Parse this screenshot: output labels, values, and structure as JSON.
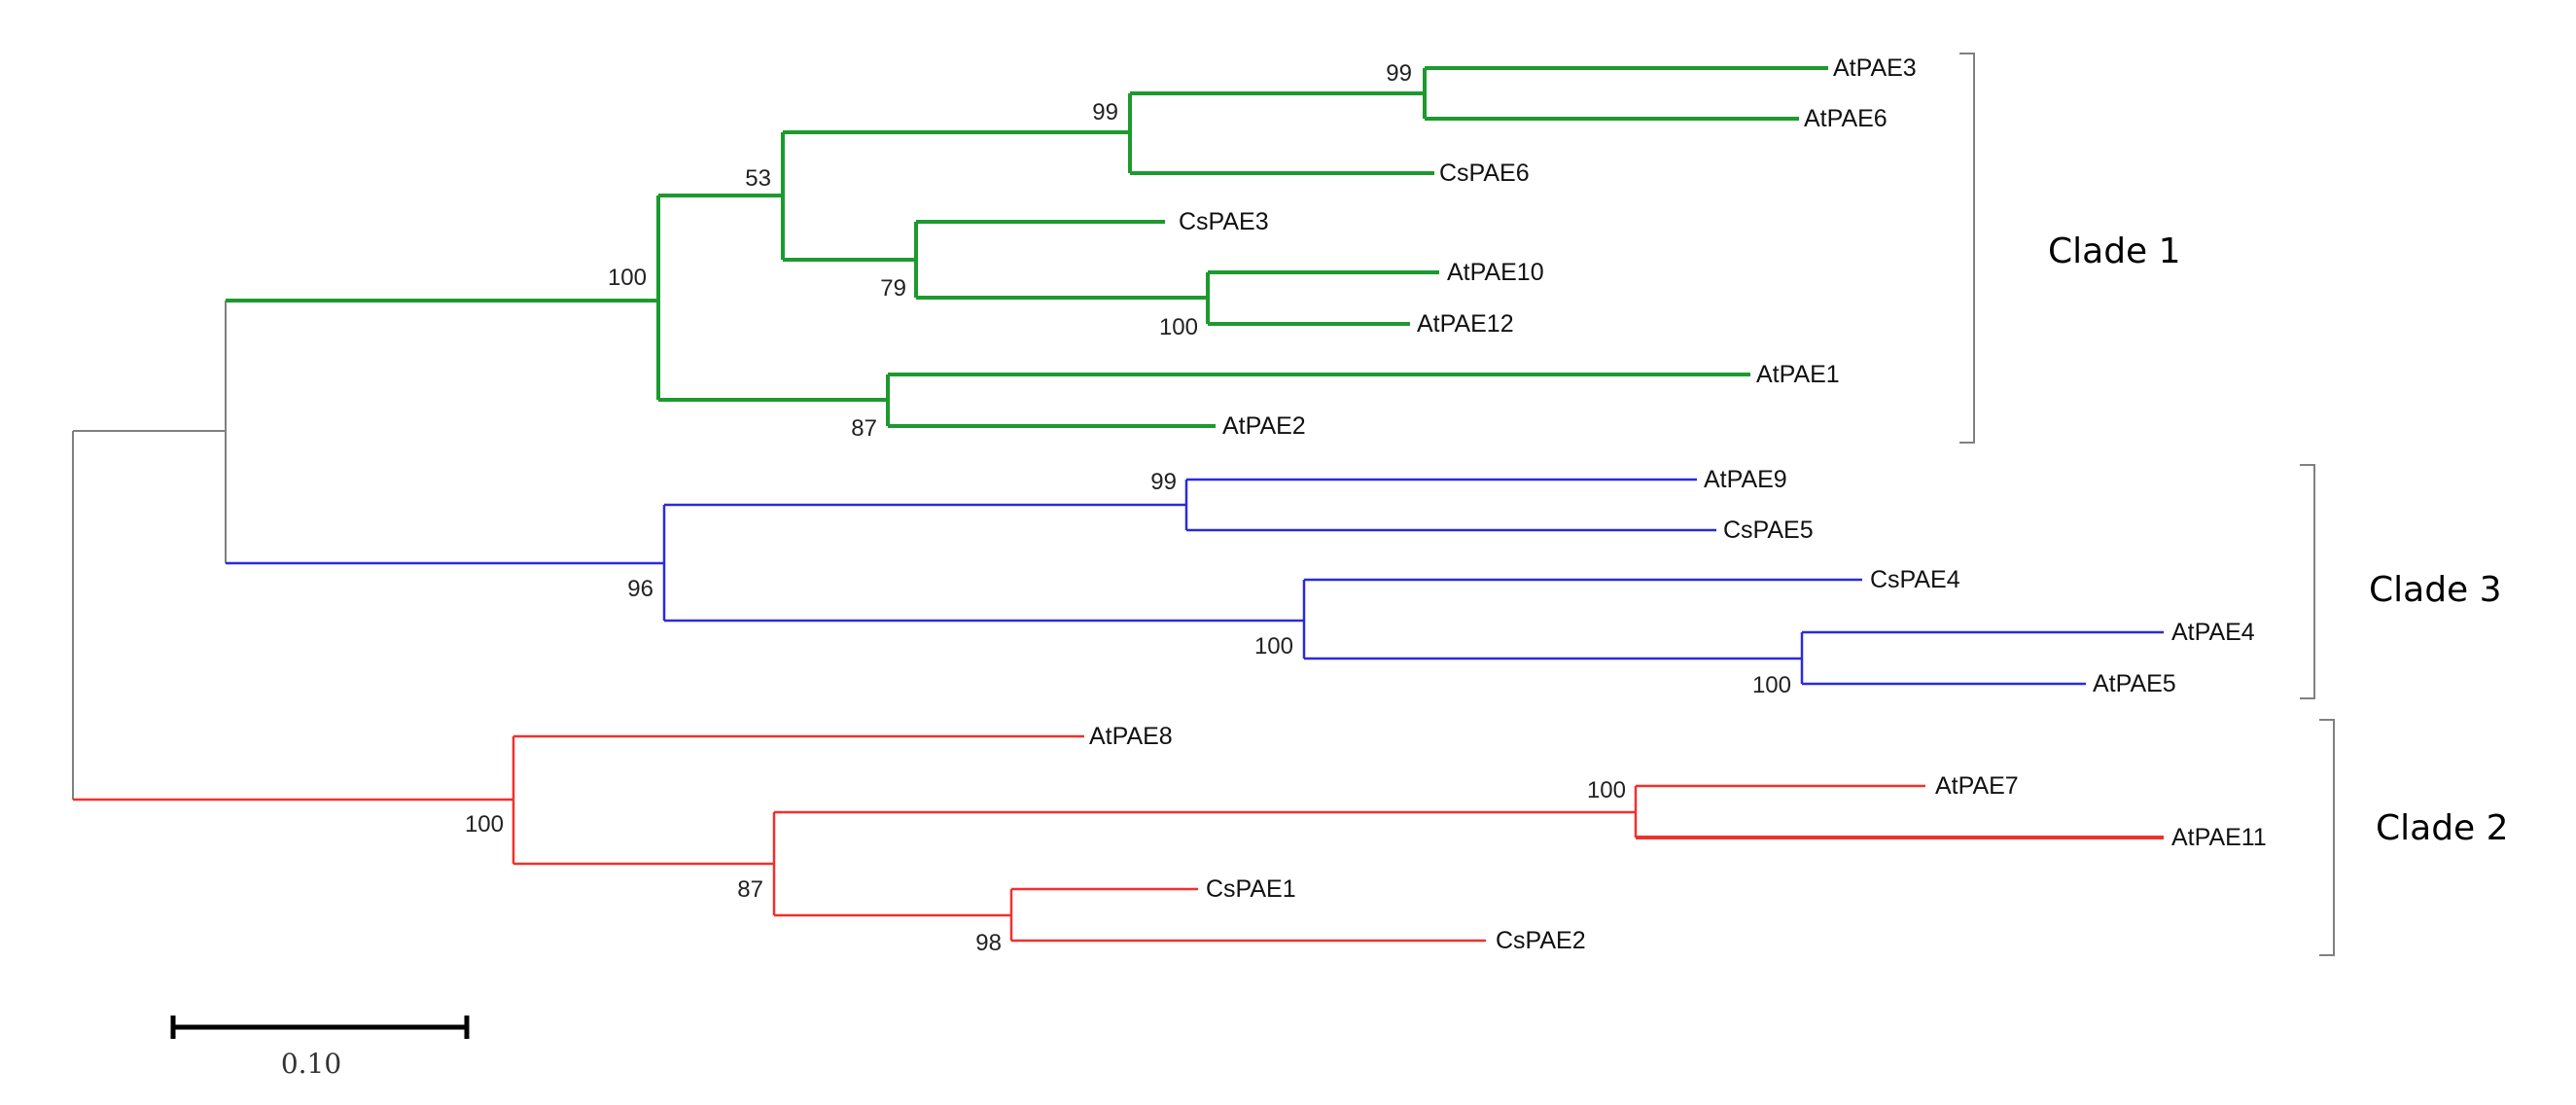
{
  "colors": {
    "root": "#808080",
    "clade1": "#1c9a2e",
    "clade2": "#f0312c",
    "clade3": "#2a2ae0",
    "bracket": "#808080"
  },
  "leaves": {
    "AtPAE3": "AtPAE3",
    "AtPAE6": "AtPAE6",
    "CsPAE6": "CsPAE6",
    "CsPAE3": "CsPAE3",
    "AtPAE10": "AtPAE10",
    "AtPAE12": "AtPAE12",
    "AtPAE1": "AtPAE1",
    "AtPAE2": "AtPAE2",
    "AtPAE9": "AtPAE9",
    "CsPAE5": "CsPAE5",
    "CsPAE4": "CsPAE4",
    "AtPAE4": "AtPAE4",
    "AtPAE5": "AtPAE5",
    "AtPAE8": "AtPAE8",
    "AtPAE7": "AtPAE7",
    "AtPAE11": "AtPAE11",
    "CsPAE1": "CsPAE1",
    "CsPAE2": "CsPAE2"
  },
  "bootstrap": {
    "n_3_6": "99",
    "n_36_6": "99",
    "n_53": "53",
    "n_79": "79",
    "n_10_12": "100",
    "n_clade1": "100",
    "n_1_2": "87",
    "n_9_5": "99",
    "n_clade3": "96",
    "n_4_45": "100",
    "n_4_5": "100",
    "n_clade2": "100",
    "n_87": "87",
    "n_7_11": "100",
    "n_1_2cs": "98"
  },
  "clades": {
    "clade1": "Clade 1",
    "clade3": "Clade 3",
    "clade2": "Clade 2"
  },
  "scale_bar": {
    "label": "0.10",
    "length": 0.1
  }
}
